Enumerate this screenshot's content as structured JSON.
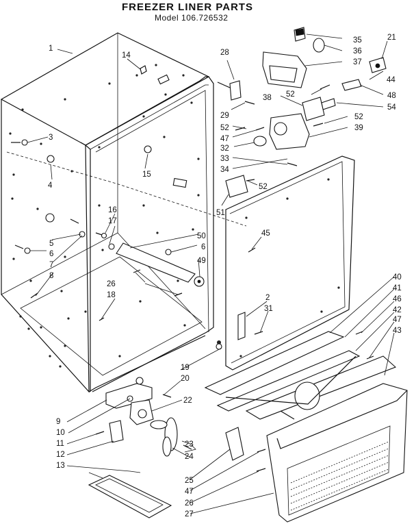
{
  "header": {
    "title": "FREEZER LINER PARTS",
    "model": "Model 106.726532"
  },
  "colors": {
    "ink": "#111111",
    "paper": "#ffffff"
  },
  "callouts": [
    {
      "id": "c1",
      "text": "1"
    },
    {
      "id": "c14",
      "text": "14"
    },
    {
      "id": "c28",
      "text": "28"
    },
    {
      "id": "c35",
      "text": "35"
    },
    {
      "id": "c36",
      "text": "36"
    },
    {
      "id": "c37",
      "text": "37"
    },
    {
      "id": "c21",
      "text": "21"
    },
    {
      "id": "c44",
      "text": "44"
    },
    {
      "id": "c48",
      "text": "48"
    },
    {
      "id": "c54",
      "text": "54"
    },
    {
      "id": "c52a",
      "text": "52"
    },
    {
      "id": "c38",
      "text": "38"
    },
    {
      "id": "c52b",
      "text": "52"
    },
    {
      "id": "c39",
      "text": "39"
    },
    {
      "id": "c29",
      "text": "29"
    },
    {
      "id": "c52c",
      "text": "52"
    },
    {
      "id": "c47a",
      "text": "47"
    },
    {
      "id": "c32",
      "text": "32"
    },
    {
      "id": "c33",
      "text": "33"
    },
    {
      "id": "c34",
      "text": "34"
    },
    {
      "id": "c52d",
      "text": "52"
    },
    {
      "id": "c3",
      "text": "3"
    },
    {
      "id": "c4",
      "text": "4"
    },
    {
      "id": "c15",
      "text": "15"
    },
    {
      "id": "c16",
      "text": "16"
    },
    {
      "id": "c17",
      "text": "17"
    },
    {
      "id": "c51",
      "text": "51"
    },
    {
      "id": "c5",
      "text": "5"
    },
    {
      "id": "c6a",
      "text": "6"
    },
    {
      "id": "c7",
      "text": "7"
    },
    {
      "id": "c8",
      "text": "8"
    },
    {
      "id": "c50",
      "text": "50"
    },
    {
      "id": "c6b",
      "text": "6"
    },
    {
      "id": "c49",
      "text": "49"
    },
    {
      "id": "c45",
      "text": "45"
    },
    {
      "id": "c26a",
      "text": "26"
    },
    {
      "id": "c18",
      "text": "18"
    },
    {
      "id": "c40",
      "text": "40"
    },
    {
      "id": "c41",
      "text": "41"
    },
    {
      "id": "c46",
      "text": "46"
    },
    {
      "id": "c42",
      "text": "42"
    },
    {
      "id": "c47b",
      "text": "47"
    },
    {
      "id": "c43",
      "text": "43"
    },
    {
      "id": "c2",
      "text": "2"
    },
    {
      "id": "c31",
      "text": "31"
    },
    {
      "id": "c19",
      "text": "19"
    },
    {
      "id": "c20",
      "text": "20"
    },
    {
      "id": "c22",
      "text": "22"
    },
    {
      "id": "c9",
      "text": "9"
    },
    {
      "id": "c10",
      "text": "10"
    },
    {
      "id": "c11",
      "text": "11"
    },
    {
      "id": "c12",
      "text": "12"
    },
    {
      "id": "c13",
      "text": "13"
    },
    {
      "id": "c23",
      "text": "23"
    },
    {
      "id": "c24",
      "text": "24"
    },
    {
      "id": "c25",
      "text": "25"
    },
    {
      "id": "c47c",
      "text": "47"
    },
    {
      "id": "c26b",
      "text": "26"
    },
    {
      "id": "c27",
      "text": "27"
    }
  ]
}
